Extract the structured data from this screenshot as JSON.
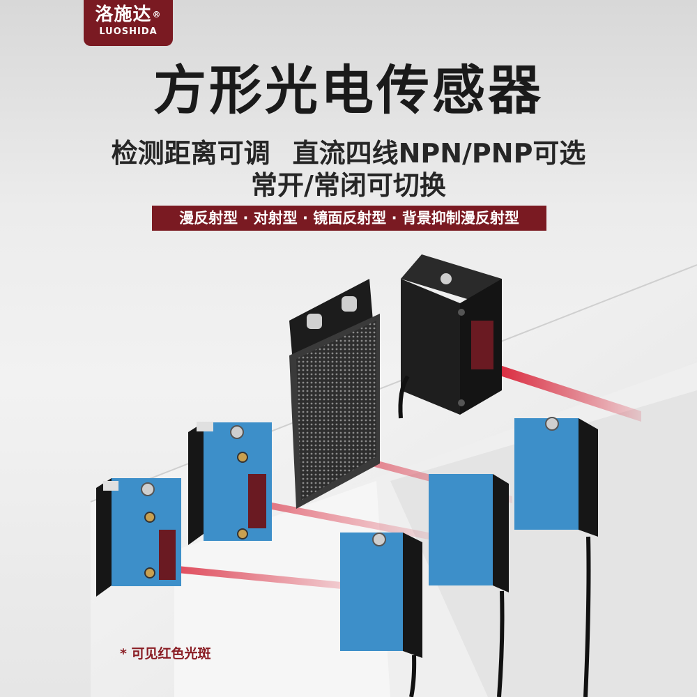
{
  "brand": {
    "name_cn": "洛施达",
    "registered_mark": "®",
    "name_en": "LUOSHIDA"
  },
  "headline": {
    "title": "方形光电传感器",
    "feature_line_1a": "检测距离可调",
    "feature_line_1b": "直流四线NPN/PNP可选",
    "feature_line_2": "常开/常闭可切换",
    "types_banner": "漫反射型 · 对射型 · 镜面反射型 · 背景抑制漫反射型"
  },
  "illustration": {
    "reflector": "reflector-panel",
    "black_sensor": "black-square-photoelectric-sensor",
    "blue_sensors": 5,
    "beam_color": "#c8142a",
    "sensor_blue": "#3d8fc9",
    "brand_color": "#7a1a22"
  },
  "footnote": "* 可见红色光斑"
}
